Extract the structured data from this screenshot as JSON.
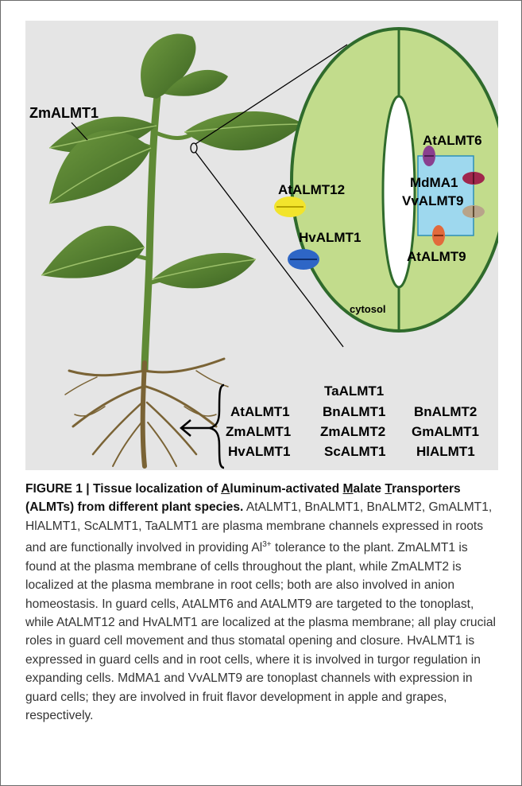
{
  "figure": {
    "leaf_label": "ZmALMT1",
    "guard_cell_labels": {
      "atalmt6": "AtALMT6",
      "mdma1": "MdMA1",
      "vvalmt9": "VvALMT9",
      "atalmt9": "AtALMT9",
      "atalmt12": "AtALMT12",
      "hvalmt1": "HvALMT1",
      "cytosol": "cytosol"
    },
    "root_labels": {
      "row1": [
        "TaALMT1"
      ],
      "row2": [
        "AtALMT1",
        "BnALMT1",
        "BnALMT2"
      ],
      "row3": [
        "ZmALMT1",
        "ZmALMT2",
        "GmALMT1"
      ],
      "row4": [
        "HvALMT1",
        "ScALMT1",
        "HlALMT1"
      ]
    },
    "colors": {
      "background": "#e5e5e5",
      "guard_cell": "#c2dc8c",
      "guard_cell_outline": "#2f6b2c",
      "vacuole": "#9ed8ee",
      "leaf": "#4e7a2c",
      "root": "#7a6335"
    }
  },
  "caption": {
    "figure_number": "FIGURE 1 | ",
    "title_part1": "Tissue localization of ",
    "title_a": "A",
    "title_part2": "luminum-activated ",
    "title_m": "M",
    "title_part3": "alate",
    "title_t": "T",
    "title_part4": "ransporters (ALMTs) from different plant species.",
    "body_part1": " AtALMT1, BnALMT1, BnALMT2, GmALMT1, HlALMT1, ScALMT1, TaALMT1 are plasma membrane channels expressed in roots and are functionally involved in providing Al",
    "superscript": "3+",
    "body_part2": " tolerance to the plant. ZmALMT1 is found at the plasma membrane of cells throughout the plant, while ZmALMT2 is localized at the plasma membrane in root cells; both are also involved in anion homeostasis. In guard cells, AtALMT6 and AtALMT9 are targeted to the tonoplast, while AtALMT12 and HvALMT1 are localized at the plasma membrane; all play crucial roles in guard cell movement and thus stomatal opening and closure. HvALMT1 is expressed in guard cells and in root cells, where it is involved in turgor regulation in expanding cells. MdMA1 and VvALMT9 are tonoplast channels with expression in guard cells; they are involved in fruit flavor development in apple and grapes, respectively."
  }
}
